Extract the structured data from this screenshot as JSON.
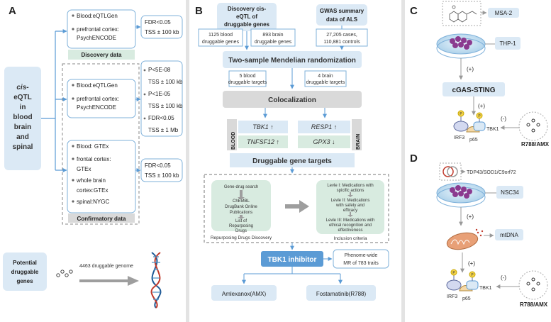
{
  "panel_a": {
    "label": "A",
    "cis_label": [
      "cis-",
      "eQTL",
      "in",
      "blood",
      "brain",
      "and",
      "spinal"
    ],
    "discovery_box": [
      "Blood:eQTLGen",
      "prefrontal cortex:",
      "PsychENCODE"
    ],
    "discovery_thresholds": [
      "FDR<0.05",
      "TSS ± 100 kb"
    ],
    "discovery_label": "Discovery data",
    "mid_box": [
      "Blood:eQTLGen",
      "prefrontal cortex:",
      "PsychENCODE"
    ],
    "mid_thresholds": [
      "P<5E-08",
      "TSS ± 100 kb",
      "P<1E-05",
      "TSS ± 100 kb",
      "FDR<0.05",
      "TSS ± 1 Mb"
    ],
    "confirmatory_box": [
      "Blood: GTEx",
      "frontal cortex:",
      "GTEx",
      "whole brain",
      "cortex:GTEx",
      "spinal:NYGC"
    ],
    "confirmatory_thresholds": [
      "FDR<0.05",
      "TSS ± 100 kb"
    ],
    "confirmatory_label": "Confirmatory data",
    "potential_label": [
      "Potential",
      "druggable",
      "genes"
    ],
    "genome_label": "4463 druggable genome"
  },
  "panel_b": {
    "label": "B",
    "discovery_cis": [
      "Discovery cis-",
      "eQTL of",
      "druggable genes"
    ],
    "gwas": [
      "GWAS summary",
      "data of ALS"
    ],
    "count_blood": [
      "1125 blood",
      "druggable genes"
    ],
    "count_brain": [
      "893 brain",
      "druggable genes"
    ],
    "count_cases": [
      "27,205 cases,",
      "110,881 controls"
    ],
    "mr": "Two-sample Mendelian randomization",
    "targets_blood": [
      "5 blood",
      "druggable targets"
    ],
    "targets_brain": [
      "4 brain",
      "druggable targets"
    ],
    "coloc": "Colocalization",
    "blood_side": "BLOOD",
    "brain_side": "BRAIN",
    "genes_blood": [
      "TBK1 ↑",
      "TNFSF12 ↑"
    ],
    "genes_brain": [
      "RESP1 ↑",
      "GPX3 ↓"
    ],
    "druggable_targets": "Druggable gene targets",
    "search": [
      "Gene-drug search",
      "ChEMBL",
      "DrugBank Online",
      "Publications",
      "List of",
      "Repurposing",
      "Drugs"
    ],
    "repurposing_label": "Repurposing Drugs Discovery",
    "levels": [
      [
        "Levle I: Medications with",
        "spicific actions"
      ],
      [
        "Levle II: Medications",
        "with safety and",
        "efficacy"
      ],
      [
        "Levle III: Medications with",
        "ethical recognition and",
        "effectiveness"
      ]
    ],
    "inclusion_label": "Inclusion criteria",
    "tbk1_inhibitor": "TBK1 inhibitor",
    "phewas": [
      "Phenome-wide",
      "MR of 783 traits"
    ],
    "drug1": "Amlexanox(AMX)",
    "drug2": "Fostamatinib(R788)"
  },
  "panel_c": {
    "label": "C",
    "compound": "MSA-2",
    "cell": "THP-1",
    "plus1": "(+)",
    "pathway": "cGAS-STING",
    "plus2": "(+)",
    "minus": "(-)",
    "p": "P",
    "irf3": "IRF3",
    "p65": "p65",
    "tbk1": "TBK1",
    "drug": "R788/AMX"
  },
  "panel_d": {
    "label": "D",
    "mutation": "TDP43/SOD1/C9orf72",
    "cell": "NSC34",
    "plus1": "(+)",
    "mtdna": "mtDNA",
    "plus2": "(+)",
    "minus": "(-)",
    "p": "P",
    "irf3": "IRF3",
    "p65": "p65",
    "tbk1": "TBK1",
    "drug": "R788/AMX"
  },
  "colors": {
    "box_fill": "#dbe9f5",
    "box_stroke": "#7fb1da",
    "arrow_blue": "#5b9bd5",
    "green_fill": "#d8ebe0",
    "gray_fill": "#d9d9d9",
    "cell_purple": "#8b3a8f",
    "phospho_yellow": "#f3d34a"
  }
}
